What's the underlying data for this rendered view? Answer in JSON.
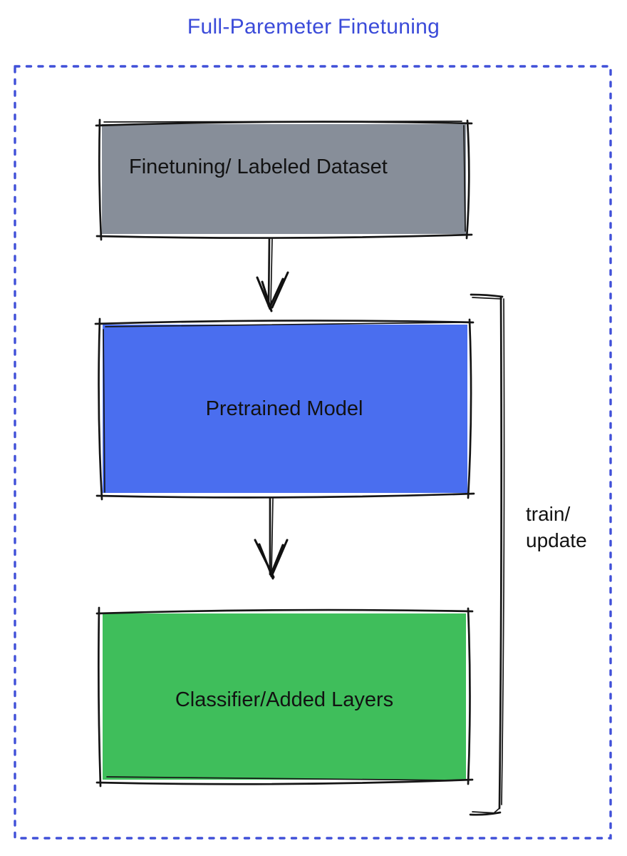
{
  "title": {
    "text": "Full-Paremeter Finetuning",
    "color": "#3B4BD9"
  },
  "boundary": {
    "style": "dotted",
    "color": "#4050D8"
  },
  "nodes": [
    {
      "id": "finetuning-dataset",
      "label": "Finetuning/ Labeled Dataset",
      "color": "#878E99",
      "text_color": "#121212"
    },
    {
      "id": "pretrained-model",
      "label": "Pretrained Model",
      "color": "#4A6EEF",
      "text_color": "#121212"
    },
    {
      "id": "classifier-added-layers",
      "label": "Classifier/Added Layers",
      "color": "#3FBE5B",
      "text_color": "#121212"
    }
  ],
  "edges": [
    {
      "from": "finetuning-dataset",
      "to": "pretrained-model",
      "style": "hand-drawn-arrow-down"
    },
    {
      "from": "pretrained-model",
      "to": "classifier-added-layers",
      "style": "hand-drawn-arrow-down"
    }
  ],
  "bracket": {
    "lines": [
      "train/",
      "update"
    ],
    "side": "right",
    "spans": "pretrained-model to classifier-added-layers",
    "ink_color": "#111111"
  }
}
